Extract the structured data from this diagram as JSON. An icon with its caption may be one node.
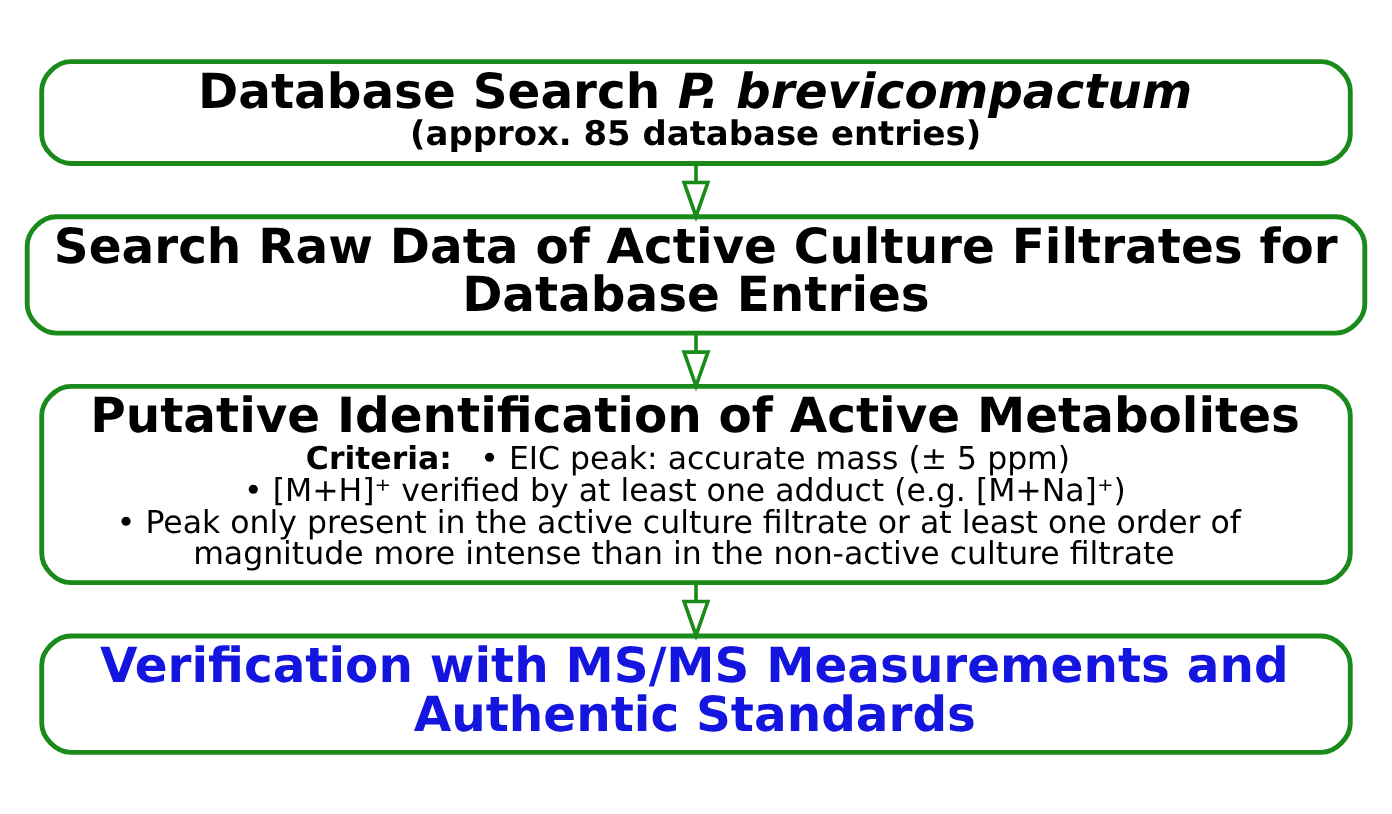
{
  "diagram": {
    "nodes": [
      {
        "text": [
          "Database Search *P. brevicompactum*",
          "(approx. 85 database entries)"
        ]
      },
      {
        "text": [
          "Search Raw Data of Active Culture Filtrates for Database Entries"
        ]
      },
      {
        "text": [
          "Putative Identification of Active Metabolites",
          "Criteria:",
          "• EIC peak: accurate mass (± 5 ppm)",
          "• [M+H]⁺ verified by at least one adduct (e.g. [M+Na]⁺)",
          "• Peak only present in the active culture filtrate or at least one order of magnitude more intense than in the non-active culture filtrate"
        ]
      },
      {
        "text": [
          "Verification with MS/MS Measurements and Authentic Standards"
        ]
      }
    ],
    "edges": [
      {
        "from": 0,
        "to": 1,
        "arrow": "to"
      },
      {
        "from": 1,
        "to": 2,
        "arrow": "to"
      },
      {
        "from": 2,
        "to": 3,
        "arrow": "to"
      }
    ]
  }
}
